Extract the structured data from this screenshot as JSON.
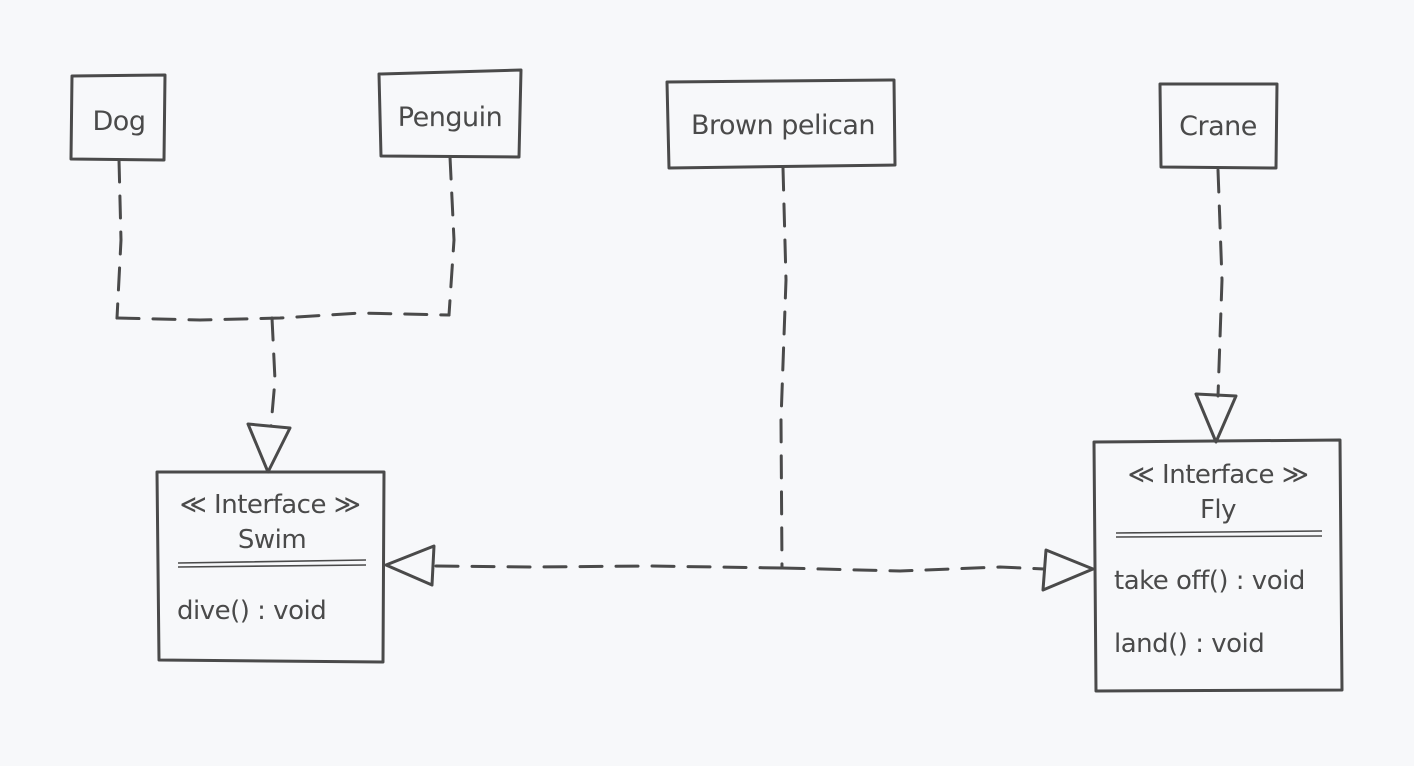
{
  "colors": {
    "background": "#f7f8fa",
    "ink": "#4a4a4a"
  },
  "classes": {
    "dog": {
      "name": "Dog"
    },
    "penguin": {
      "name": "Penguin"
    },
    "pelican": {
      "name": "Brown pelican"
    },
    "crane": {
      "name": "Crane"
    }
  },
  "interfaces": {
    "swim": {
      "stereotype": "≪ Interface ≫",
      "name": "Swim",
      "methods": [
        "dive() : void"
      ]
    },
    "fly": {
      "stereotype": "≪ Interface ≫",
      "name": "Fly",
      "methods": [
        "take off() : void",
        "land() : void"
      ]
    }
  }
}
